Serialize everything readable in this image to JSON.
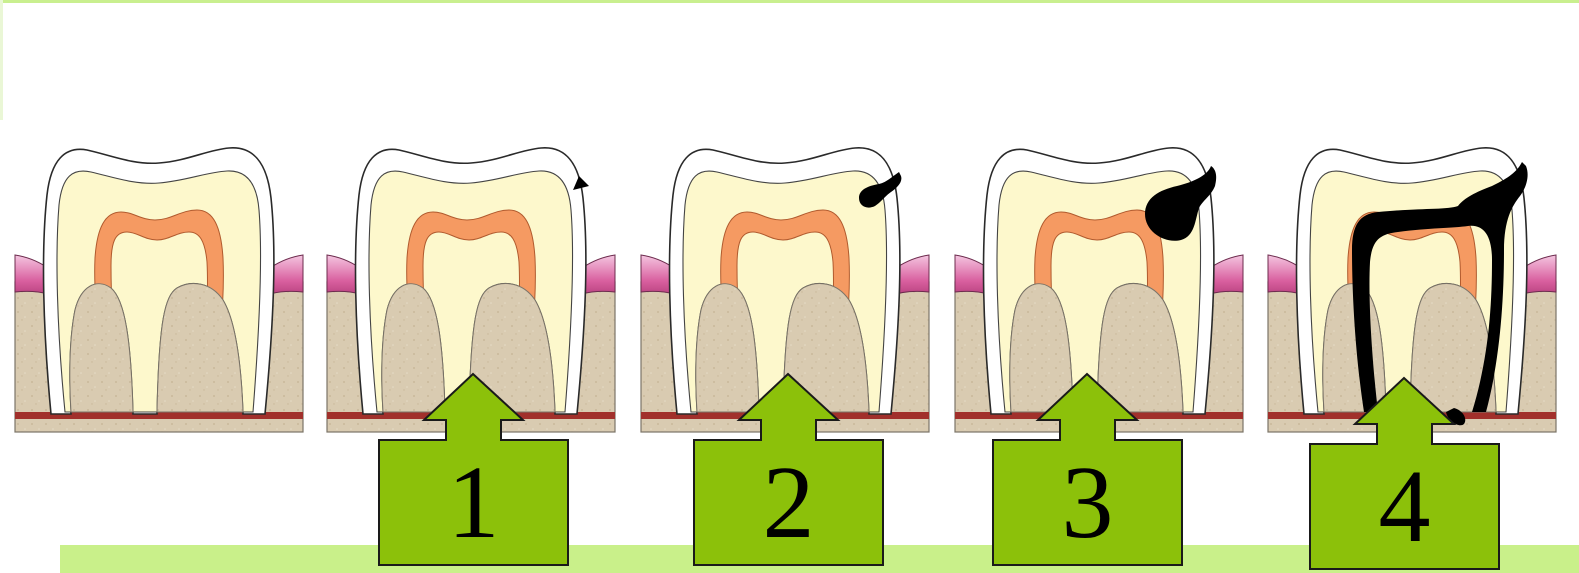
{
  "diagram": {
    "teeth": [
      {
        "name": "healthy-tooth",
        "caries_stage": 0
      },
      {
        "name": "tooth-stage-1",
        "caries_stage": 1
      },
      {
        "name": "tooth-stage-2",
        "caries_stage": 2
      },
      {
        "name": "tooth-stage-3",
        "caries_stage": 3
      },
      {
        "name": "tooth-stage-4",
        "caries_stage": 4
      }
    ],
    "stage_labels": [
      "1",
      "2",
      "3",
      "4"
    ],
    "colors": {
      "enamel": "#ffffff",
      "dentin": "#fdf8cc",
      "pulp": "#f59a62",
      "bone": "#d9cbb1",
      "gum": "#c8448f",
      "nerve_line": "#a1302b",
      "caries": "#000000",
      "arrow_fill": "#8cc10a",
      "accent_bar": "#c9f08a"
    }
  }
}
